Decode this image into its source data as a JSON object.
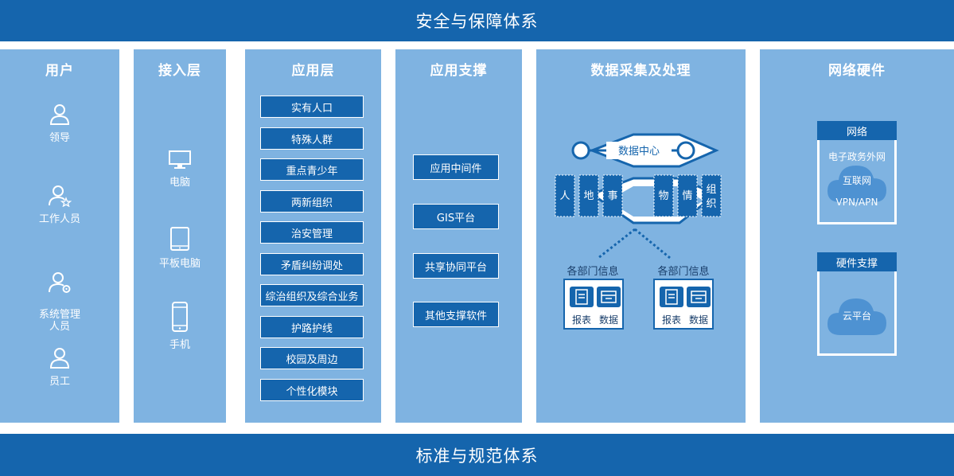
{
  "top_banner": "安全与保障体系",
  "bottom_banner": "标准与规范体系",
  "users": {
    "title": "用户",
    "items": [
      "领导",
      "工作人员",
      "系统管理\n人员",
      "员工"
    ]
  },
  "access": {
    "title": "接入层",
    "items": [
      "电脑",
      "平板电脑",
      "手机"
    ]
  },
  "app": {
    "title": "应用层",
    "items": [
      "实有人口",
      "特殊人群",
      "重点青少年",
      "两新组织",
      "治安管理",
      "矛盾纠纷调处",
      "综治组织及综合业务",
      "护路护线",
      "校园及周边",
      "个性化模块"
    ]
  },
  "support": {
    "title": "应用支撑",
    "items": [
      "应用中间件",
      "GIS平台",
      "共享协同平台",
      "其他支撑软件"
    ]
  },
  "data": {
    "title": "数据采集及处理",
    "center": "数据中心",
    "left_chars": [
      "人",
      "地",
      "事"
    ],
    "right_chars": [
      "物",
      "情",
      "组织"
    ],
    "dept_label": "各部门信息",
    "report": "报表",
    "datum": "数据"
  },
  "hardware": {
    "title": "网络硬件",
    "network": {
      "head": "网络",
      "items": [
        "电子政务外网",
        "互联网",
        "VPN/APN"
      ]
    },
    "support": {
      "head": "硬件支撑",
      "item": "云平台"
    }
  },
  "icons": [
    "user-icon",
    "user-star-icon",
    "user-gear-icon",
    "monitor-icon",
    "tablet-icon",
    "phone-icon",
    "cloud-icon",
    "report-icon",
    "data-tray-icon"
  ],
  "colors": {
    "primary": "#1565ad",
    "panel": "#7fb3e1",
    "text_dark": "#1a3f6b"
  }
}
